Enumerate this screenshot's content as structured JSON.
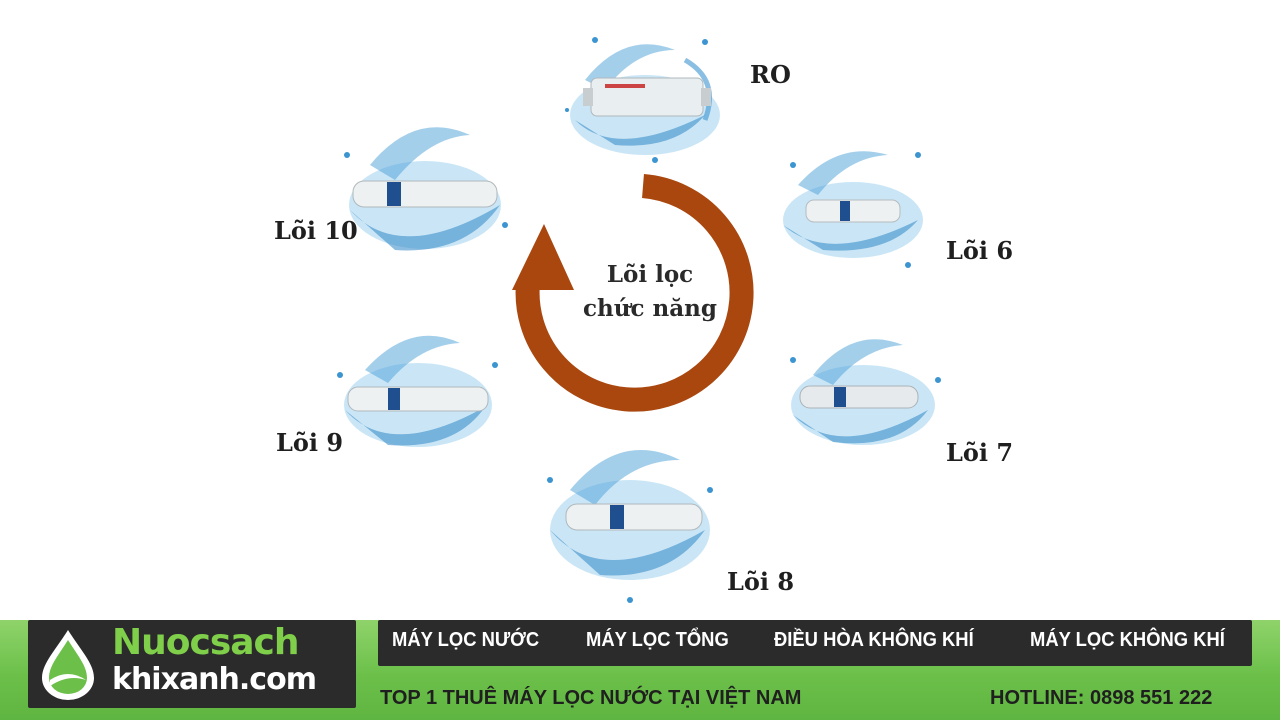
{
  "diagram": {
    "center_line1": "Lõi lọc",
    "center_line2": "chức năng",
    "arrow_color": "#a9470f",
    "filters": [
      {
        "label": "RO"
      },
      {
        "label": "Lõi 6"
      },
      {
        "label": "Lõi 7"
      },
      {
        "label": "Lõi 8"
      },
      {
        "label": "Lõi 9"
      },
      {
        "label": "Lõi 10"
      }
    ]
  },
  "footer": {
    "logo_line1": "Nuocsach",
    "logo_line2": "khixanh.com",
    "menu": [
      {
        "label": "MÁY LỌC NƯỚC"
      },
      {
        "label": "MÁY LỌC TỔNG"
      },
      {
        "label": "ĐIỀU HÒA KHÔNG KHÍ"
      },
      {
        "label": "MÁY LỌC KHÔNG KHÍ"
      }
    ],
    "tagline": "TOP 1 THUÊ MÁY LỌC NƯỚC TẠI VIỆT NAM",
    "hotline": "HOTLINE: 0898 551 222",
    "brand_color": "#6cc04a"
  }
}
